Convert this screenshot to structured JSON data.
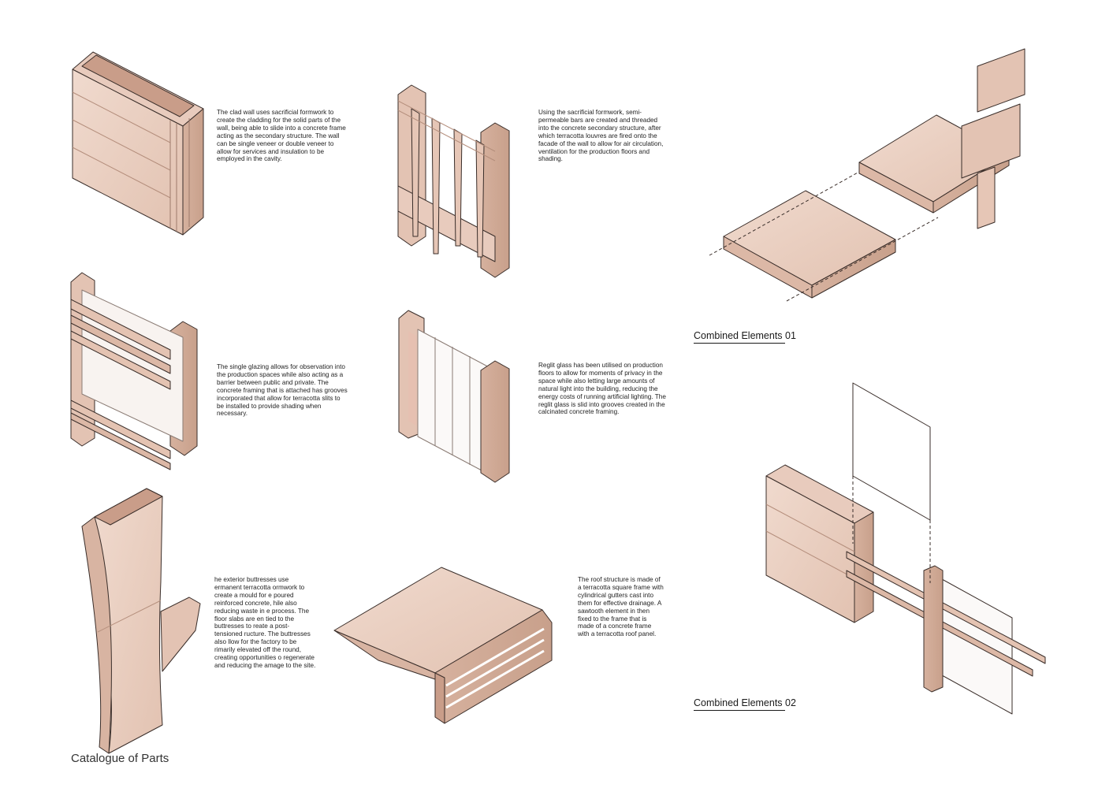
{
  "page_title": "Catalogue of Parts",
  "parts": [
    {
      "id": "clad-wall",
      "text": "The clad wall uses sacrificial formwork to create the cladding for the solid parts of the wall, being able to slide into a concrete frame acting as the secondary structure. The wall can be single veneer or double veneer to allow for services and insulation to be employed in the cavity."
    },
    {
      "id": "louvre-bars",
      "text": "Using the sacrificial formwork, semi-permeable bars are created and threaded into the concrete secondary structure, after which terracotta louvres are fired onto the facade of the wall to allow for air circulation, ventilation for the production floors and shading."
    },
    {
      "id": "single-glazing",
      "text": "The single glazing allows for observation into the production spaces while also acting as a barrier between public and private. The concrete framing that is attached has grooves incorporated that allow for terracotta slits to be installed to provide shading when necessary."
    },
    {
      "id": "reglit-glass",
      "text": "Reglit glass has been utilised on production floors to allow for moments of privacy in the space while also letting large amounts of natural light into the building, reducing the energy costs of running artificial lighting. The reglit glass is slid into grooves created in the calcinated concrete framing."
    },
    {
      "id": "buttress",
      "text": "he exterior buttresses use ermanent terracotta ormwork to create a mould for e poured reinforced concrete, hile also reducing waste in e process. The floor slabs are en tied to the buttresses to reate a post-tensioned ructure. The buttresses also llow for the factory to be rimarily elevated off the round, creating opportunities o regenerate and reducing the amage to the site."
    },
    {
      "id": "roof",
      "text": "The roof structure is made of a terracotta square frame with cylindrical gutters cast into them for effective drainage. A sawtooth element in then fixed to the frame that is made of a concrete frame with a terracotta roof panel."
    }
  ],
  "combined": [
    {
      "label": "Combined Elements 01"
    },
    {
      "label": "Combined Elements 02"
    }
  ],
  "colors": {
    "terracotta_light": "#ecd3c6",
    "terracotta_mid": "#dcbba9",
    "terracotta_dark": "#c99d89",
    "outline": "#3a2e2a"
  }
}
